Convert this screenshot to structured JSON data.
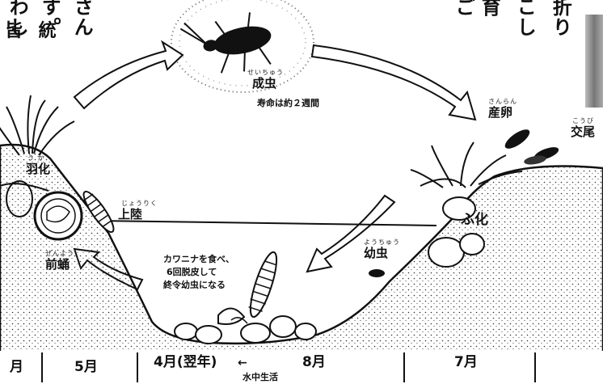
{
  "top_text": {
    "left_col1": "わし",
    "left_col2": "す。",
    "left_col3": "さん",
    "left_under": "皆 統",
    "right_col1": "ご",
    "right_col2": "育",
    "right_col3": "こし",
    "right_col4": "折り"
  },
  "stages": {
    "adult": {
      "label": "成虫",
      "ruby": "せいちゅう",
      "note": "寿命は約２週間"
    },
    "egg_laying": {
      "label": "産卵",
      "ruby": "さんらん"
    },
    "mating": {
      "label": "交尾",
      "ruby": "こうび"
    },
    "hatching": {
      "label": "ふ化"
    },
    "larva": {
      "label": "幼虫",
      "ruby": "ようちゅう"
    },
    "landing": {
      "label": "上陸",
      "ruby": "じょうりく"
    },
    "pupa": {
      "label": "前蛹",
      "ruby": "ぜんよう"
    },
    "emergence": {
      "label": "羽化",
      "ruby": "う か"
    }
  },
  "larva_note": [
    "カワニナを食べ、",
    "6回脱皮して",
    "終令幼虫になる"
  ],
  "timeline": {
    "m_left": "月",
    "m5": "5月",
    "m4": "4月(翌年)",
    "arrow": "←",
    "m8": "8月",
    "m7": "7月",
    "underwater": "水中生活"
  }
}
